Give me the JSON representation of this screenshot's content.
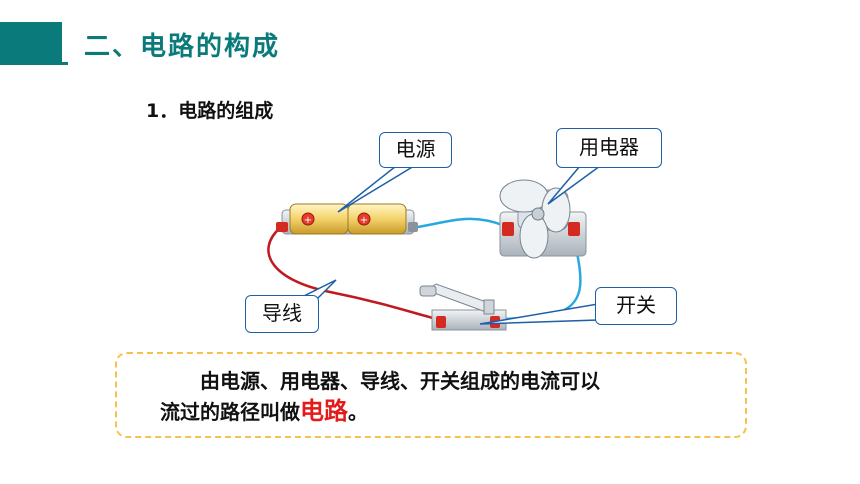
{
  "header": {
    "title": "二、电路的构成"
  },
  "section": {
    "subtitle": "1．电路的组成"
  },
  "labels": {
    "power": "电源",
    "appliance": "用电器",
    "wire": "导线",
    "switch": "开关"
  },
  "definition": {
    "line1": "由电源、用电器、导线、开关组成的电流可以",
    "line2_prefix": "流过的路径叫做",
    "highlight": "电路",
    "line2_suffix": "。"
  },
  "colors": {
    "accent": "#0a7a7a",
    "callout_border": "#1e5fa8",
    "dashed_border": "#f5c24a",
    "highlight": "#e31b1b",
    "wire_red": "#c0191e",
    "wire_blue": "#29a8e0"
  }
}
